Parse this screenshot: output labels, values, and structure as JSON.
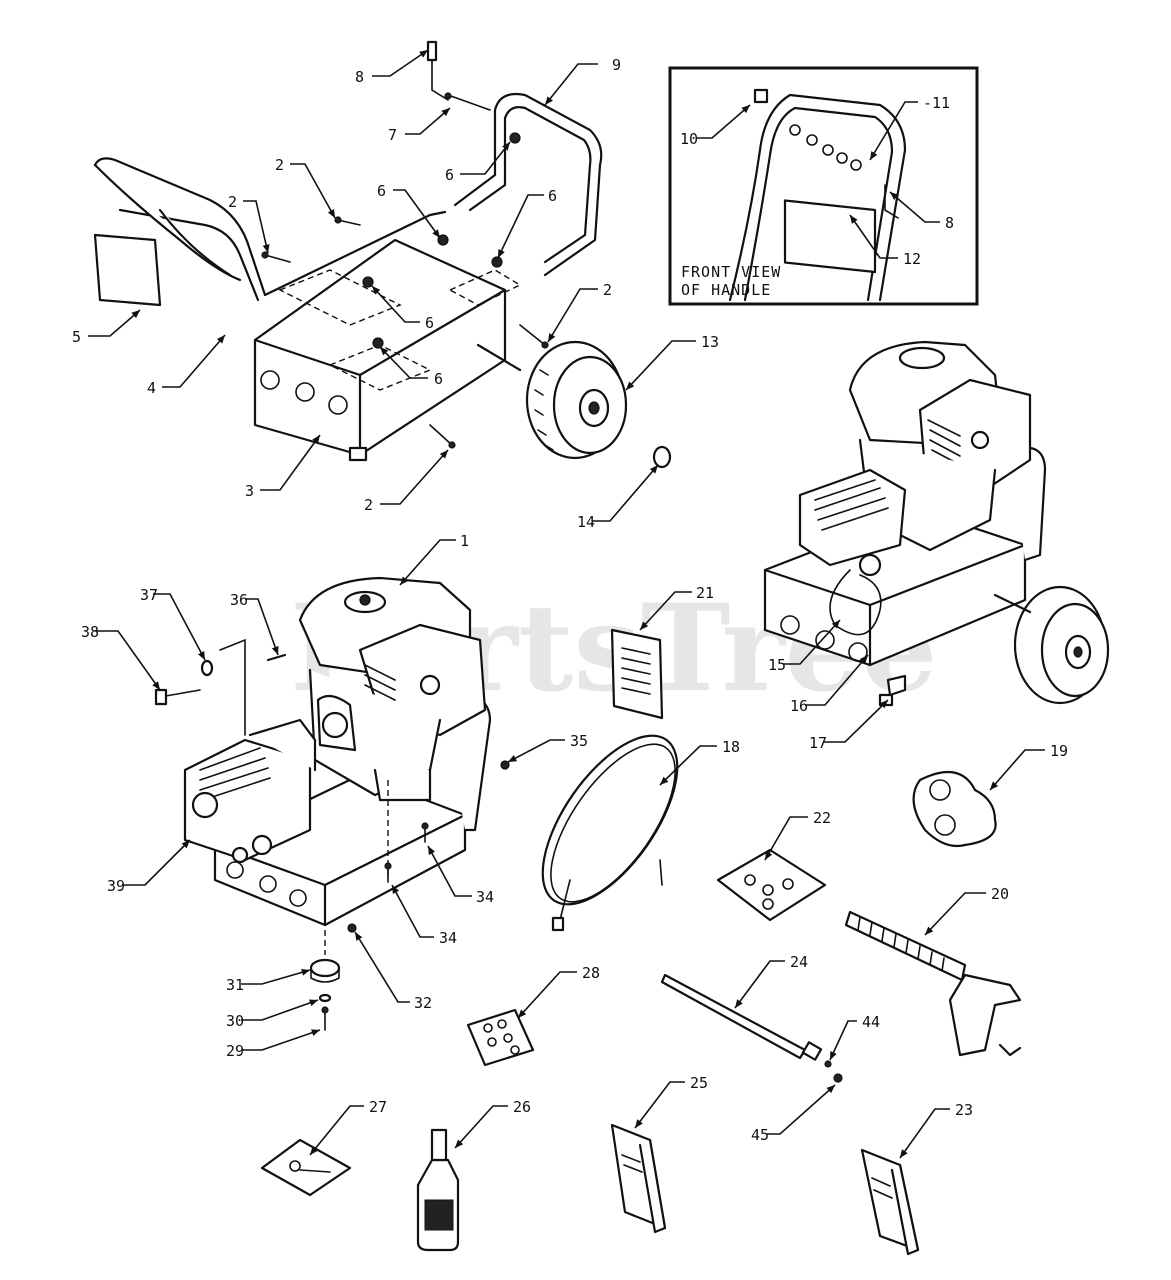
{
  "watermark": "PartsTree",
  "inset": {
    "line1": "FRONT VIEW",
    "line2": "OF HANDLE"
  },
  "callouts": [
    {
      "id": "c8a",
      "label": "8"
    },
    {
      "id": "c9",
      "label": "9"
    },
    {
      "id": "c7",
      "label": "7"
    },
    {
      "id": "c6a",
      "label": "6"
    },
    {
      "id": "c2a",
      "label": "2"
    },
    {
      "id": "c6b",
      "label": "6"
    },
    {
      "id": "c2b",
      "label": "2"
    },
    {
      "id": "c6c",
      "label": "6"
    },
    {
      "id": "c5",
      "label": "5"
    },
    {
      "id": "c6d",
      "label": "6"
    },
    {
      "id": "c2c",
      "label": "2"
    },
    {
      "id": "c4",
      "label": "4"
    },
    {
      "id": "c6e",
      "label": "6"
    },
    {
      "id": "c13",
      "label": "13"
    },
    {
      "id": "c3",
      "label": "3"
    },
    {
      "id": "c2d",
      "label": "2"
    },
    {
      "id": "c14",
      "label": "14"
    },
    {
      "id": "c10",
      "label": "10"
    },
    {
      "id": "c11",
      "label": "-11"
    },
    {
      "id": "c8b",
      "label": "8"
    },
    {
      "id": "c12",
      "label": "12"
    },
    {
      "id": "c1",
      "label": "1"
    },
    {
      "id": "c37",
      "label": "37"
    },
    {
      "id": "c36",
      "label": "36"
    },
    {
      "id": "c38",
      "label": "38"
    },
    {
      "id": "c21",
      "label": "21"
    },
    {
      "id": "c15",
      "label": "15"
    },
    {
      "id": "c16",
      "label": "16"
    },
    {
      "id": "c17",
      "label": "17"
    },
    {
      "id": "c35",
      "label": "35"
    },
    {
      "id": "c18",
      "label": "18"
    },
    {
      "id": "c19",
      "label": "19"
    },
    {
      "id": "c39",
      "label": "39"
    },
    {
      "id": "c34a",
      "label": "34"
    },
    {
      "id": "c22",
      "label": "22"
    },
    {
      "id": "c20",
      "label": "20"
    },
    {
      "id": "c34b",
      "label": "34"
    },
    {
      "id": "c31",
      "label": "31"
    },
    {
      "id": "c32",
      "label": "32"
    },
    {
      "id": "c24",
      "label": "24"
    },
    {
      "id": "c28",
      "label": "28"
    },
    {
      "id": "c30",
      "label": "30"
    },
    {
      "id": "c44",
      "label": "44"
    },
    {
      "id": "c29",
      "label": "29"
    },
    {
      "id": "c27",
      "label": "27"
    },
    {
      "id": "c26",
      "label": "26"
    },
    {
      "id": "c25",
      "label": "25"
    },
    {
      "id": "c45",
      "label": "45"
    },
    {
      "id": "c23",
      "label": "23"
    }
  ]
}
